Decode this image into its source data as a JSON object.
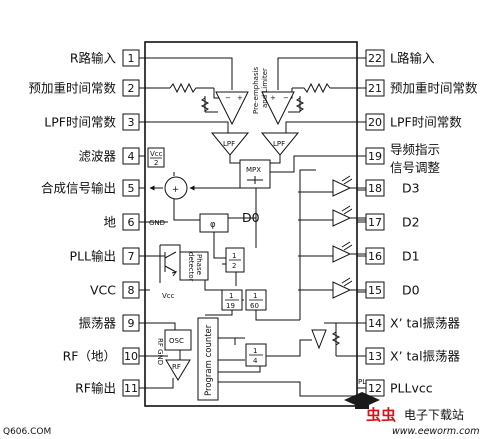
{
  "pins_left": [
    {
      "num": "1",
      "label": "R路输入"
    },
    {
      "num": "2",
      "label": "预加重时间常数"
    },
    {
      "num": "3",
      "label": "LPF时间常数"
    },
    {
      "num": "4",
      "label": "滤波器"
    },
    {
      "num": "5",
      "label": "合成信号输出"
    },
    {
      "num": "6",
      "label": "地"
    },
    {
      "num": "7",
      "label": "PLL输出"
    },
    {
      "num": "8",
      "label": "VCC"
    },
    {
      "num": "9",
      "label": "振荡器"
    },
    {
      "num": "10",
      "label": "RF（地）"
    },
    {
      "num": "11",
      "label": "RF输出"
    }
  ],
  "pins_right": [
    {
      "num": "22",
      "label": "L路输入"
    },
    {
      "num": "21",
      "label": "预加重时间常数"
    },
    {
      "num": "20",
      "label": "LPF时间常数"
    },
    {
      "num": "19",
      "label": "导频指示"
    },
    {
      "num": "18",
      "label": "D3"
    },
    {
      "num": "17",
      "label": "D2"
    },
    {
      "num": "16",
      "label": "D1"
    },
    {
      "num": "15",
      "label": "D0"
    },
    {
      "num": "14",
      "label": "X’ tal振荡器"
    },
    {
      "num": "13",
      "label": "X’ tal振荡器"
    },
    {
      "num": "12",
      "label": "PLLvcc"
    }
  ],
  "pin19_second_line": "信号调整",
  "internal": {
    "pre_emphasis_line1": "Pre-emphasis",
    "pre_emphasis_line2": "and Limiter",
    "lpf": "LPF",
    "mpx": "MPX",
    "phi": "φ",
    "d0": "D0",
    "gnd": "GND",
    "vcc_sub": "Vcc",
    "vcc_box_top": "Vcc",
    "vcc_box_bottom": "2",
    "phase_detector_line1": "Phase",
    "phase_detector_line2": "detector",
    "div_top": "1",
    "div_2": "2",
    "div_19": "19",
    "div_60": "60",
    "div_4": "4",
    "osc": "OSC",
    "rf": "RF",
    "rf_gnd": "RF GND",
    "program_counter": "Program counter",
    "pl": "PL"
  },
  "watermark": {
    "left_site": "Q606.COM",
    "brand_mark": "虫虫",
    "brand_text": "电子下载站",
    "url": "www.eeworm.com"
  }
}
